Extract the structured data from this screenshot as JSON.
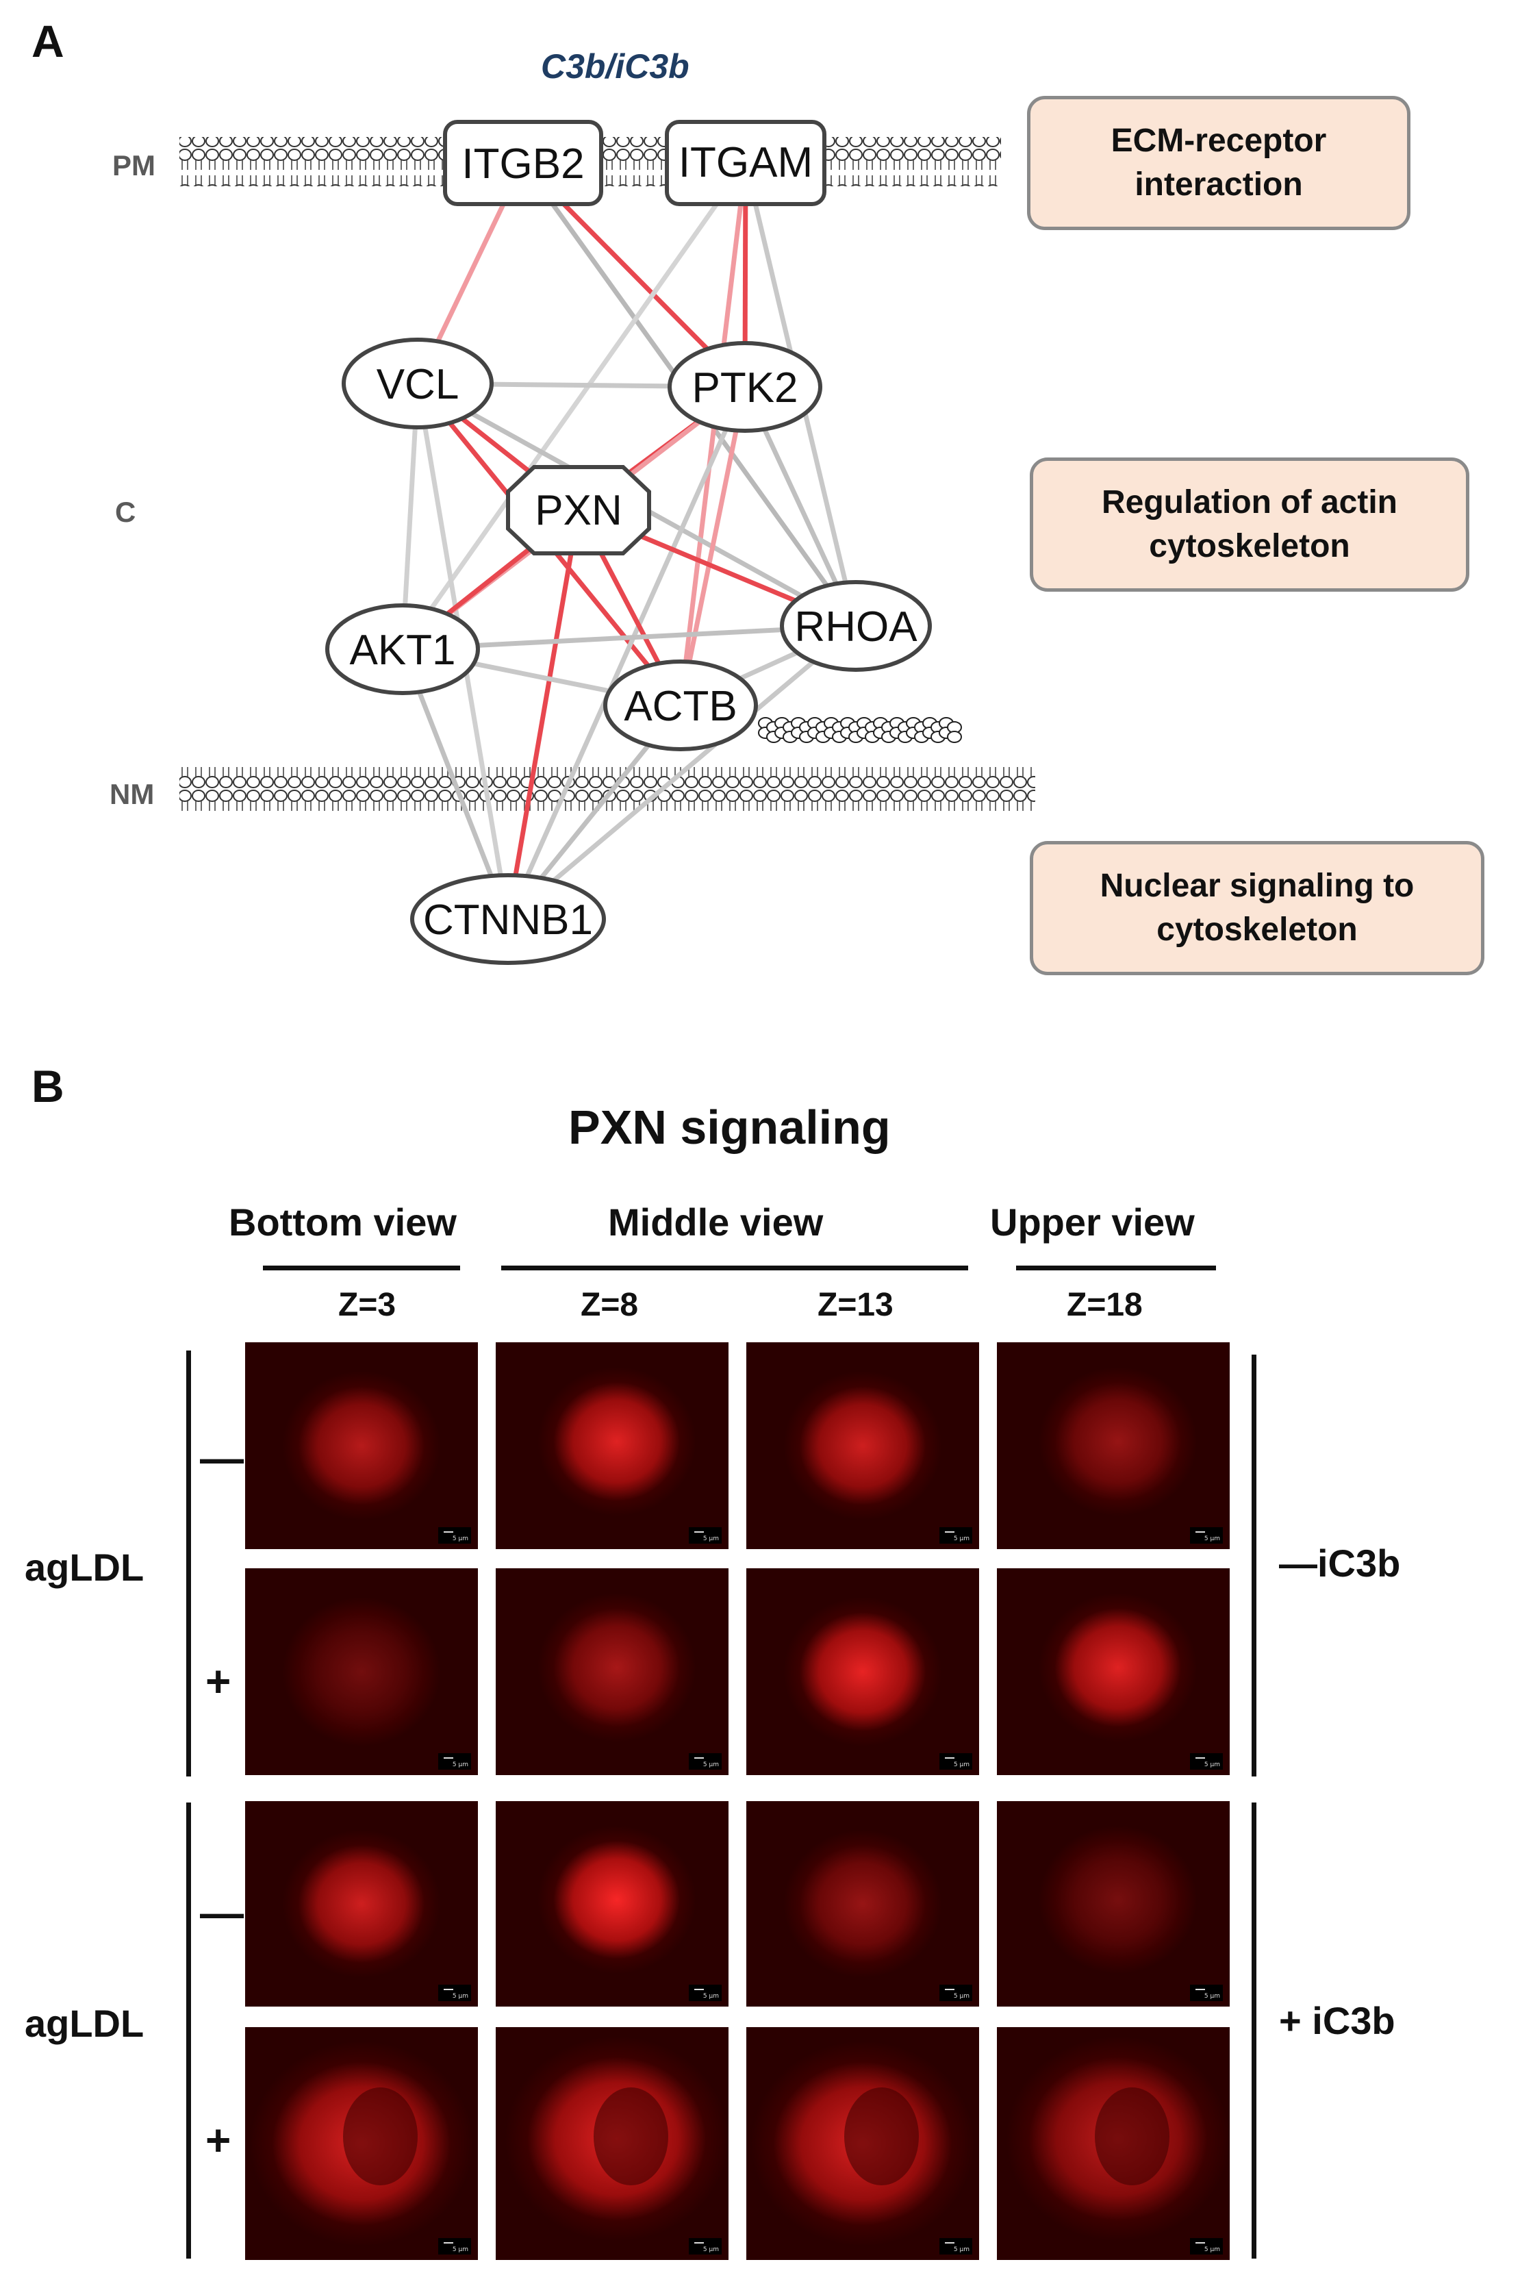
{
  "panel_a": {
    "letter": "A",
    "ligand_title": "C3b/iC3b",
    "zones": [
      "PM",
      "C",
      "NM"
    ],
    "nodes": {
      "ITGB2": "ITGB2",
      "ITGAM": "ITGAM",
      "VCL": "VCL",
      "PTK2": "PTK2",
      "PXN": "PXN",
      "AKT1": "AKT1",
      "RHOA": "RHOA",
      "ACTB": "ACTB",
      "CTNNB1": "CTNNB1"
    },
    "pathways": [
      "ECM-receptor\ninteraction",
      "Regulation of actin\ncytoskeleton",
      "Nuclear signaling to\ncytoskeleton"
    ],
    "edges": [
      {
        "from": "ITGB2",
        "to": "VCL",
        "color": "#f19aa0"
      },
      {
        "from": "ITGB2",
        "to": "PTK2",
        "color": "#e8474f"
      },
      {
        "from": "ITGB2",
        "to": "RHOA",
        "color": "#b8b8b8"
      },
      {
        "from": "ITGAM",
        "to": "PTK2",
        "color": "#e8474f"
      },
      {
        "from": "ITGAM",
        "to": "ACTB",
        "color": "#f19aa0"
      },
      {
        "from": "ITGAM",
        "to": "RHOA",
        "color": "#c8c8c8"
      },
      {
        "from": "ITGAM",
        "to": "AKT1",
        "color": "#d4d4d4"
      },
      {
        "from": "VCL",
        "to": "PTK2",
        "color": "#c8c8c8"
      },
      {
        "from": "VCL",
        "to": "PXN",
        "color": "#e8474f"
      },
      {
        "from": "VCL",
        "to": "ACTB",
        "color": "#e8474f"
      },
      {
        "from": "VCL",
        "to": "AKT1",
        "color": "#d0d0d0"
      },
      {
        "from": "VCL",
        "to": "RHOA",
        "color": "#c0c0c0"
      },
      {
        "from": "VCL",
        "to": "CTNNB1",
        "color": "#d0d0d0"
      },
      {
        "from": "PTK2",
        "to": "PXN",
        "color": "#e8474f"
      },
      {
        "from": "PTK2",
        "to": "AKT1",
        "color": "#f19aa0"
      },
      {
        "from": "PTK2",
        "to": "RHOA",
        "color": "#c0c0c0"
      },
      {
        "from": "PTK2",
        "to": "ACTB",
        "color": "#f19aa0"
      },
      {
        "from": "PTK2",
        "to": "CTNNB1",
        "color": "#c8c8c8"
      },
      {
        "from": "PXN",
        "to": "AKT1",
        "color": "#e8474f"
      },
      {
        "from": "PXN",
        "to": "RHOA",
        "color": "#e8474f"
      },
      {
        "from": "PXN",
        "to": "ACTB",
        "color": "#e8474f"
      },
      {
        "from": "PXN",
        "to": "CTNNB1",
        "color": "#e8474f"
      },
      {
        "from": "AKT1",
        "to": "RHOA",
        "color": "#c0c0c0"
      },
      {
        "from": "AKT1",
        "to": "ACTB",
        "color": "#c8c8c8"
      },
      {
        "from": "AKT1",
        "to": "CTNNB1",
        "color": "#c0c0c0"
      },
      {
        "from": "ACTB",
        "to": "RHOA",
        "color": "#c8c8c8"
      },
      {
        "from": "ACTB",
        "to": "CTNNB1",
        "color": "#c0c0c0"
      },
      {
        "from": "RHOA",
        "to": "CTNNB1",
        "color": "#c8c8c8"
      }
    ]
  },
  "panel_b": {
    "letter": "B",
    "title": "PXN signaling",
    "views": [
      "Bottom view",
      "Middle view",
      "Upper view"
    ],
    "z_levels": [
      "Z=3",
      "Z=8",
      "Z=13",
      "Z=18"
    ],
    "row_group_label": "agLDL",
    "row_signs": [
      "—",
      "+",
      "—",
      "+"
    ],
    "group_labels": [
      "—iC3b",
      "+ iC3b"
    ],
    "scale_bar_text": "5 µm",
    "fluorescence_color": "#ff2020",
    "intensity_grid": [
      [
        0.55,
        0.8,
        0.7,
        0.35
      ],
      [
        0.12,
        0.45,
        0.85,
        0.8
      ],
      [
        0.7,
        0.95,
        0.35,
        0.15
      ],
      [
        0.75,
        0.8,
        0.75,
        0.6
      ]
    ]
  }
}
